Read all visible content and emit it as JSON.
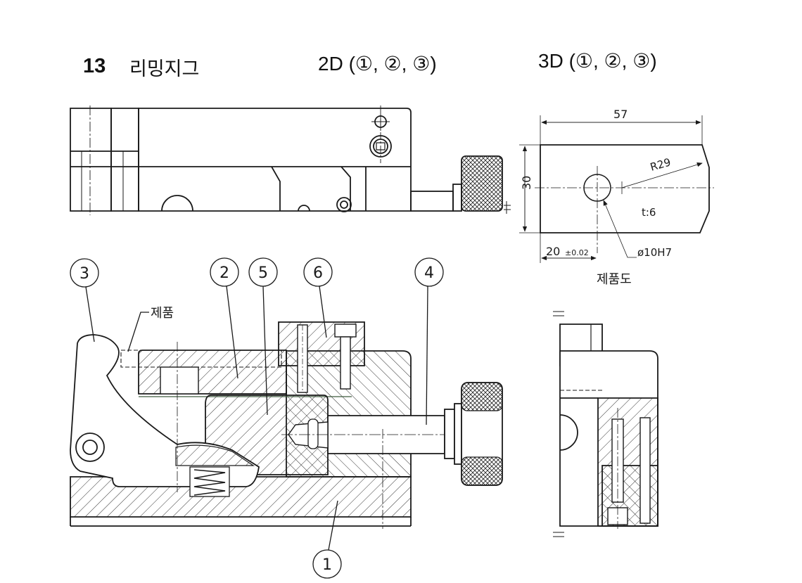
{
  "header": {
    "number": "13",
    "title": "리밍지그",
    "view_2d": "2D (①, ②, ③)",
    "view_3d": "3D (①, ②, ③)"
  },
  "product_drawing": {
    "dim_length": "57",
    "dim_height": "30",
    "dim_radius": "R29",
    "dim_thickness": "t:6",
    "dim_offset": "20",
    "dim_offset_tol": "±0.02",
    "dim_hole": "ø10H7",
    "caption": "제품도"
  },
  "assembly": {
    "product_label": "제품",
    "parts": [
      {
        "id": "p3",
        "label": "3"
      },
      {
        "id": "p2",
        "label": "2"
      },
      {
        "id": "p5",
        "label": "5"
      },
      {
        "id": "p6",
        "label": "6"
      },
      {
        "id": "p4",
        "label": "4"
      },
      {
        "id": "p1",
        "label": "1"
      }
    ]
  },
  "colors": {
    "line": "#1a1a1a",
    "hatch": "#333333",
    "guide": "#3d5a3d"
  }
}
